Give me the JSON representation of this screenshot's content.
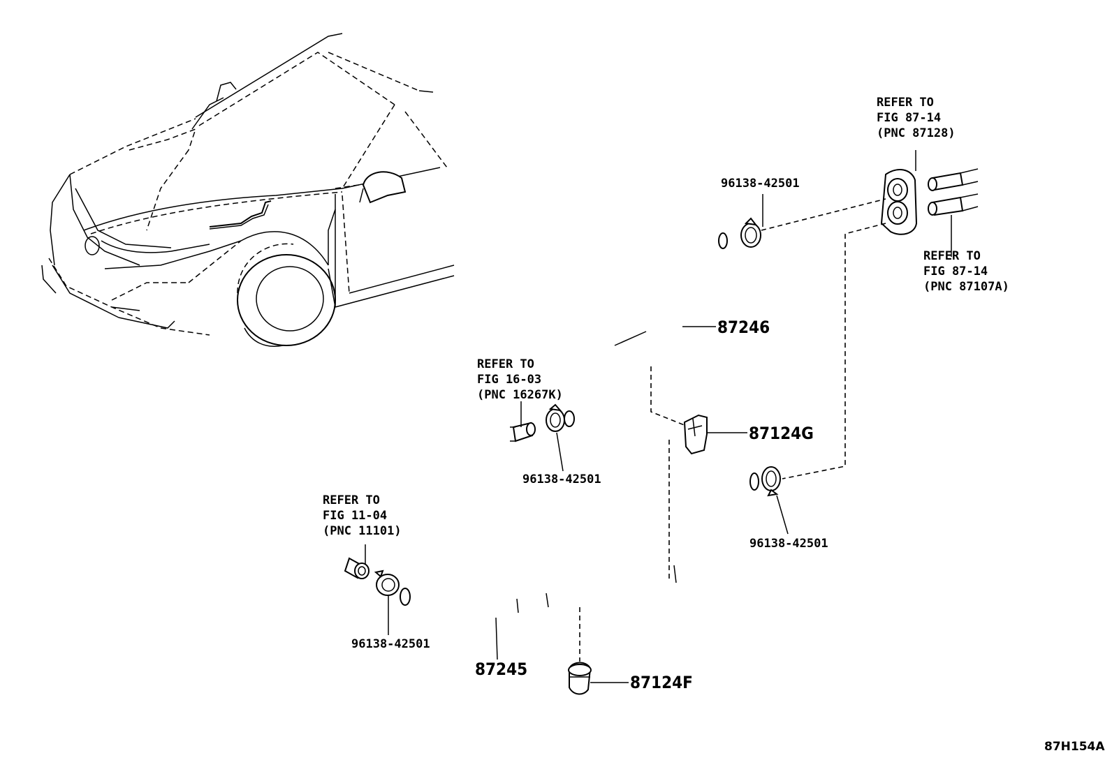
{
  "diagram_code": "87H154A",
  "parts": {
    "hose_upper": "87246",
    "hose_lower": "87245",
    "clamp_g": "87124G",
    "clamp_f": "87124F"
  },
  "clips": {
    "top": "96138-42501",
    "middle": "96138-42501",
    "right": "96138-42501",
    "lower": "96138-42501"
  },
  "references": {
    "heater_valve": [
      "REFER TO",
      "FIG 87-14",
      "(PNC 87128)"
    ],
    "heater_pipes": [
      "REFER TO",
      "FIG 87-14",
      "(PNC 87107A)"
    ],
    "engine_outlet": [
      "REFER TO",
      "FIG 16-03",
      "(PNC 16267K)"
    ],
    "engine_inlet": [
      "REFER TO",
      "FIG 11-04",
      "(PNC 11101)"
    ]
  }
}
